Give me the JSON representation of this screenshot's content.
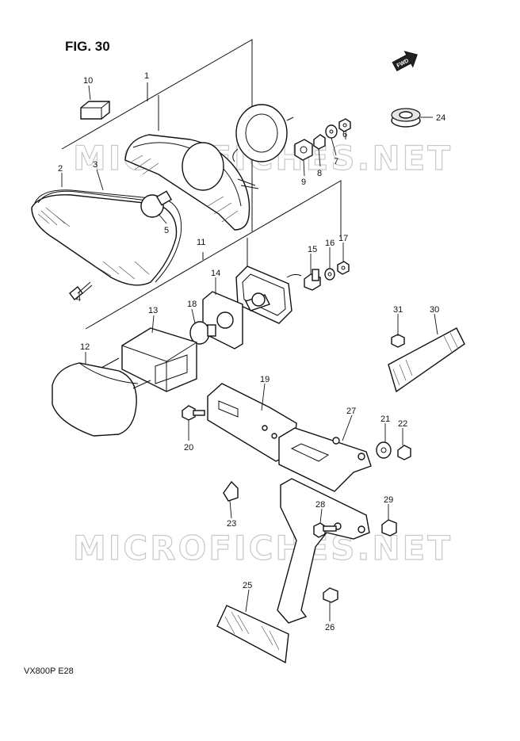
{
  "figure": {
    "title": "FIG. 30",
    "model_code": "VX800P  E28",
    "fwd_label": "FWD",
    "watermarks": [
      "MICROFICHES.NET",
      "MICROFICHES.NET"
    ]
  },
  "callouts": [
    {
      "id": "1",
      "label": "1"
    },
    {
      "id": "2",
      "label": "2"
    },
    {
      "id": "3",
      "label": "3"
    },
    {
      "id": "4",
      "label": "4"
    },
    {
      "id": "5",
      "label": "5"
    },
    {
      "id": "6",
      "label": "6"
    },
    {
      "id": "7",
      "label": "7"
    },
    {
      "id": "8",
      "label": "8"
    },
    {
      "id": "9",
      "label": "9"
    },
    {
      "id": "10",
      "label": "10"
    },
    {
      "id": "11",
      "label": "11"
    },
    {
      "id": "12",
      "label": "12"
    },
    {
      "id": "13",
      "label": "13"
    },
    {
      "id": "14",
      "label": "14"
    },
    {
      "id": "15",
      "label": "15"
    },
    {
      "id": "16",
      "label": "16"
    },
    {
      "id": "17",
      "label": "17"
    },
    {
      "id": "18",
      "label": "18"
    },
    {
      "id": "19",
      "label": "19"
    },
    {
      "id": "20",
      "label": "20"
    },
    {
      "id": "21",
      "label": "21"
    },
    {
      "id": "22",
      "label": "22"
    },
    {
      "id": "23",
      "label": "23"
    },
    {
      "id": "24",
      "label": "24"
    },
    {
      "id": "25",
      "label": "25"
    },
    {
      "id": "26",
      "label": "26"
    },
    {
      "id": "27",
      "label": "27"
    },
    {
      "id": "28",
      "label": "28"
    },
    {
      "id": "29",
      "label": "29"
    },
    {
      "id": "30",
      "label": "30"
    },
    {
      "id": "31",
      "label": "31"
    }
  ]
}
